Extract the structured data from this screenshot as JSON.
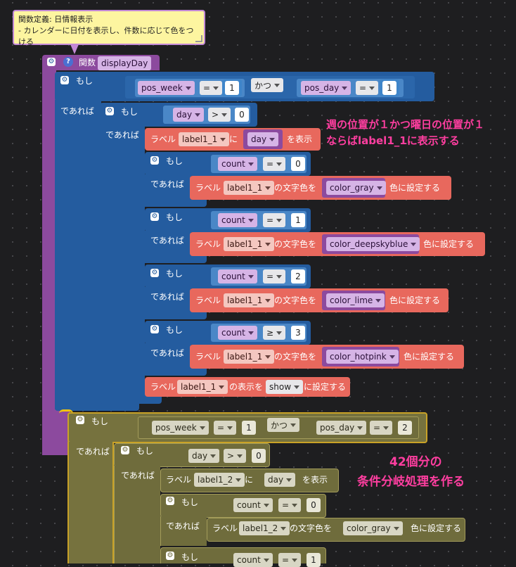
{
  "comment": {
    "line1": "関数定義: 日情報表示",
    "line2": "- カレンダーに日付を表示し、件数に応じて色をつける"
  },
  "func": {
    "kw": "関数",
    "name": "displayDay"
  },
  "kw": {
    "if": "もし",
    "then": "であれば",
    "and": "かつ",
    "label": "ラベル",
    "ni": "に",
    "show_txt": "を表示",
    "textcolor": "の文字色を",
    "setcolor": "色に設定する",
    "disp": "の表示を",
    "set": "に設定する"
  },
  "ops": {
    "eq": "=",
    "gt": ">",
    "ge": "≥"
  },
  "vars": {
    "pos_week": "pos_week",
    "pos_day": "pos_day",
    "day": "day",
    "count": "count",
    "show": "show"
  },
  "labels": {
    "l11": "label1_1",
    "l12": "label1_2"
  },
  "nums": {
    "n0": "0",
    "n1": "1",
    "n2": "2",
    "n3": "3"
  },
  "colors": {
    "gray": "color_gray",
    "deepskyblue": "color_deepskyblue",
    "lime": "color_lime",
    "hotpink": "color_hotpink"
  },
  "notes": {
    "a1": "週の位置が１かつ曜日の位置が１",
    "a2": "ならばlabel1_1に表示する",
    "b1": "42個分の",
    "b2": "条件分岐処理を作る"
  },
  "icons": {
    "gear": "gear-icon",
    "help": "help-icon",
    "caret": "dropdown-caret-icon",
    "resize": "resize-grip-icon"
  },
  "palette": {
    "func": "#8c4a9e",
    "control": "#245c9f",
    "label_block": "#e8685d",
    "disabled": "#76723e",
    "annotation": "#ff3ea0",
    "comment": "#fdf5a0"
  }
}
